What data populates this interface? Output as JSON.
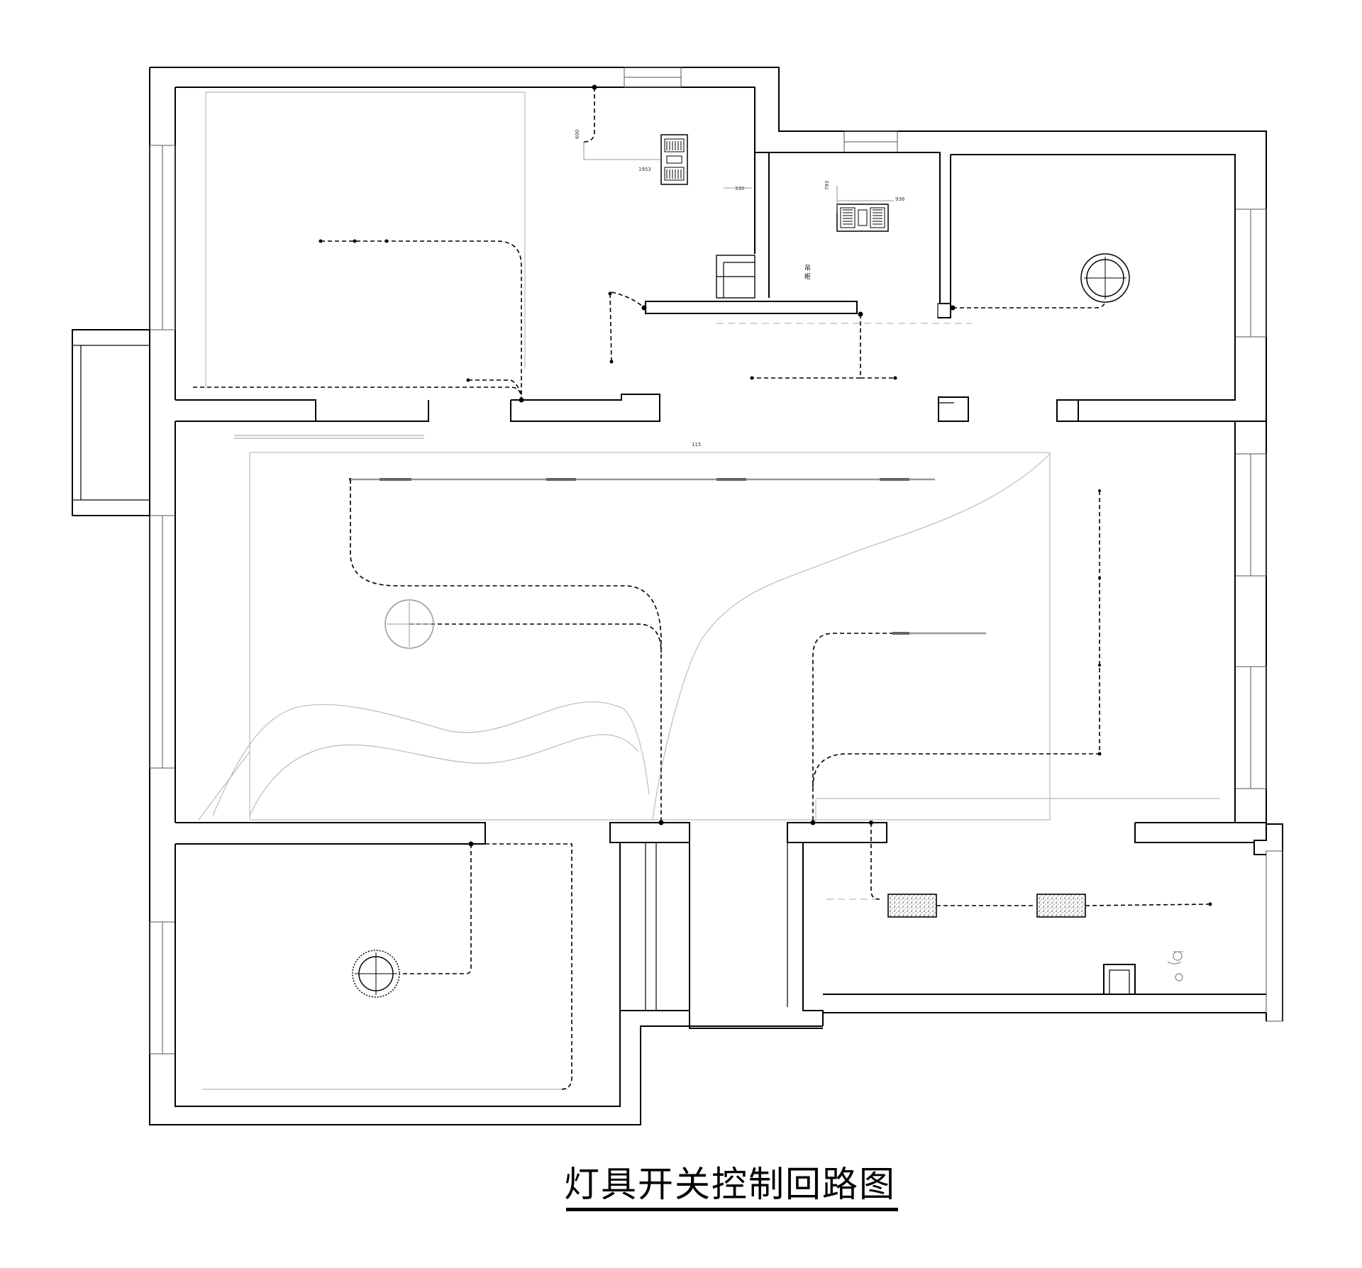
{
  "title": "灯具开关控制回路图",
  "dimensions": {
    "d1": "600",
    "d2": "1953",
    "d3": "330",
    "d4": "793",
    "d5": "936",
    "d6": "115"
  },
  "room_labels": {
    "cabinet_1": "吊",
    "cabinet_2": "柜"
  },
  "colors": {
    "line": "#000000",
    "ceiling_outline": "#bbbbbb",
    "background": "#ffffff"
  },
  "icons": [
    "exhaust-fan-icon",
    "ceiling-light-icon",
    "downlight-icon",
    "linear-light-icon",
    "switch-icon"
  ]
}
